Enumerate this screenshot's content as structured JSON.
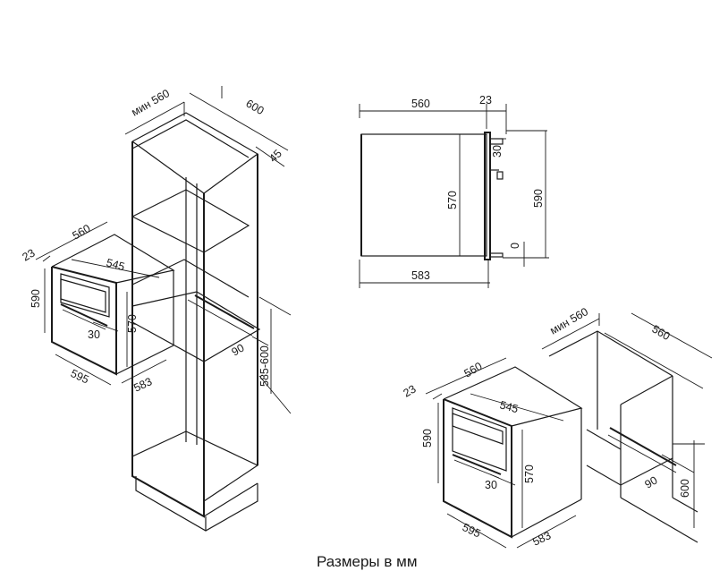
{
  "caption": "Размеры в мм",
  "tall_unit": {
    "min_width": "мин 560",
    "depth": "600",
    "back_gap": "45",
    "opening_height": "585-600",
    "vent_depth": "90"
  },
  "oven_left": {
    "top_depth": "560",
    "frame": "23",
    "inner_width": "545",
    "height": "590",
    "body_height": "570",
    "handle_gap": "30",
    "width": "595",
    "depth": "583"
  },
  "side_view": {
    "depth": "560",
    "frame": "23",
    "top_gap": "30",
    "body_height": "570",
    "height": "590",
    "bottom_gap": "0",
    "total_depth": "583"
  },
  "under_counter": {
    "min_width": "мин 560",
    "depth": "560",
    "height": "600",
    "vent_depth": "90"
  },
  "oven_right": {
    "top_depth": "560",
    "frame": "23",
    "inner_width": "545",
    "height": "590",
    "body_height": "570",
    "handle_gap": "30",
    "width": "595",
    "depth": "583"
  }
}
